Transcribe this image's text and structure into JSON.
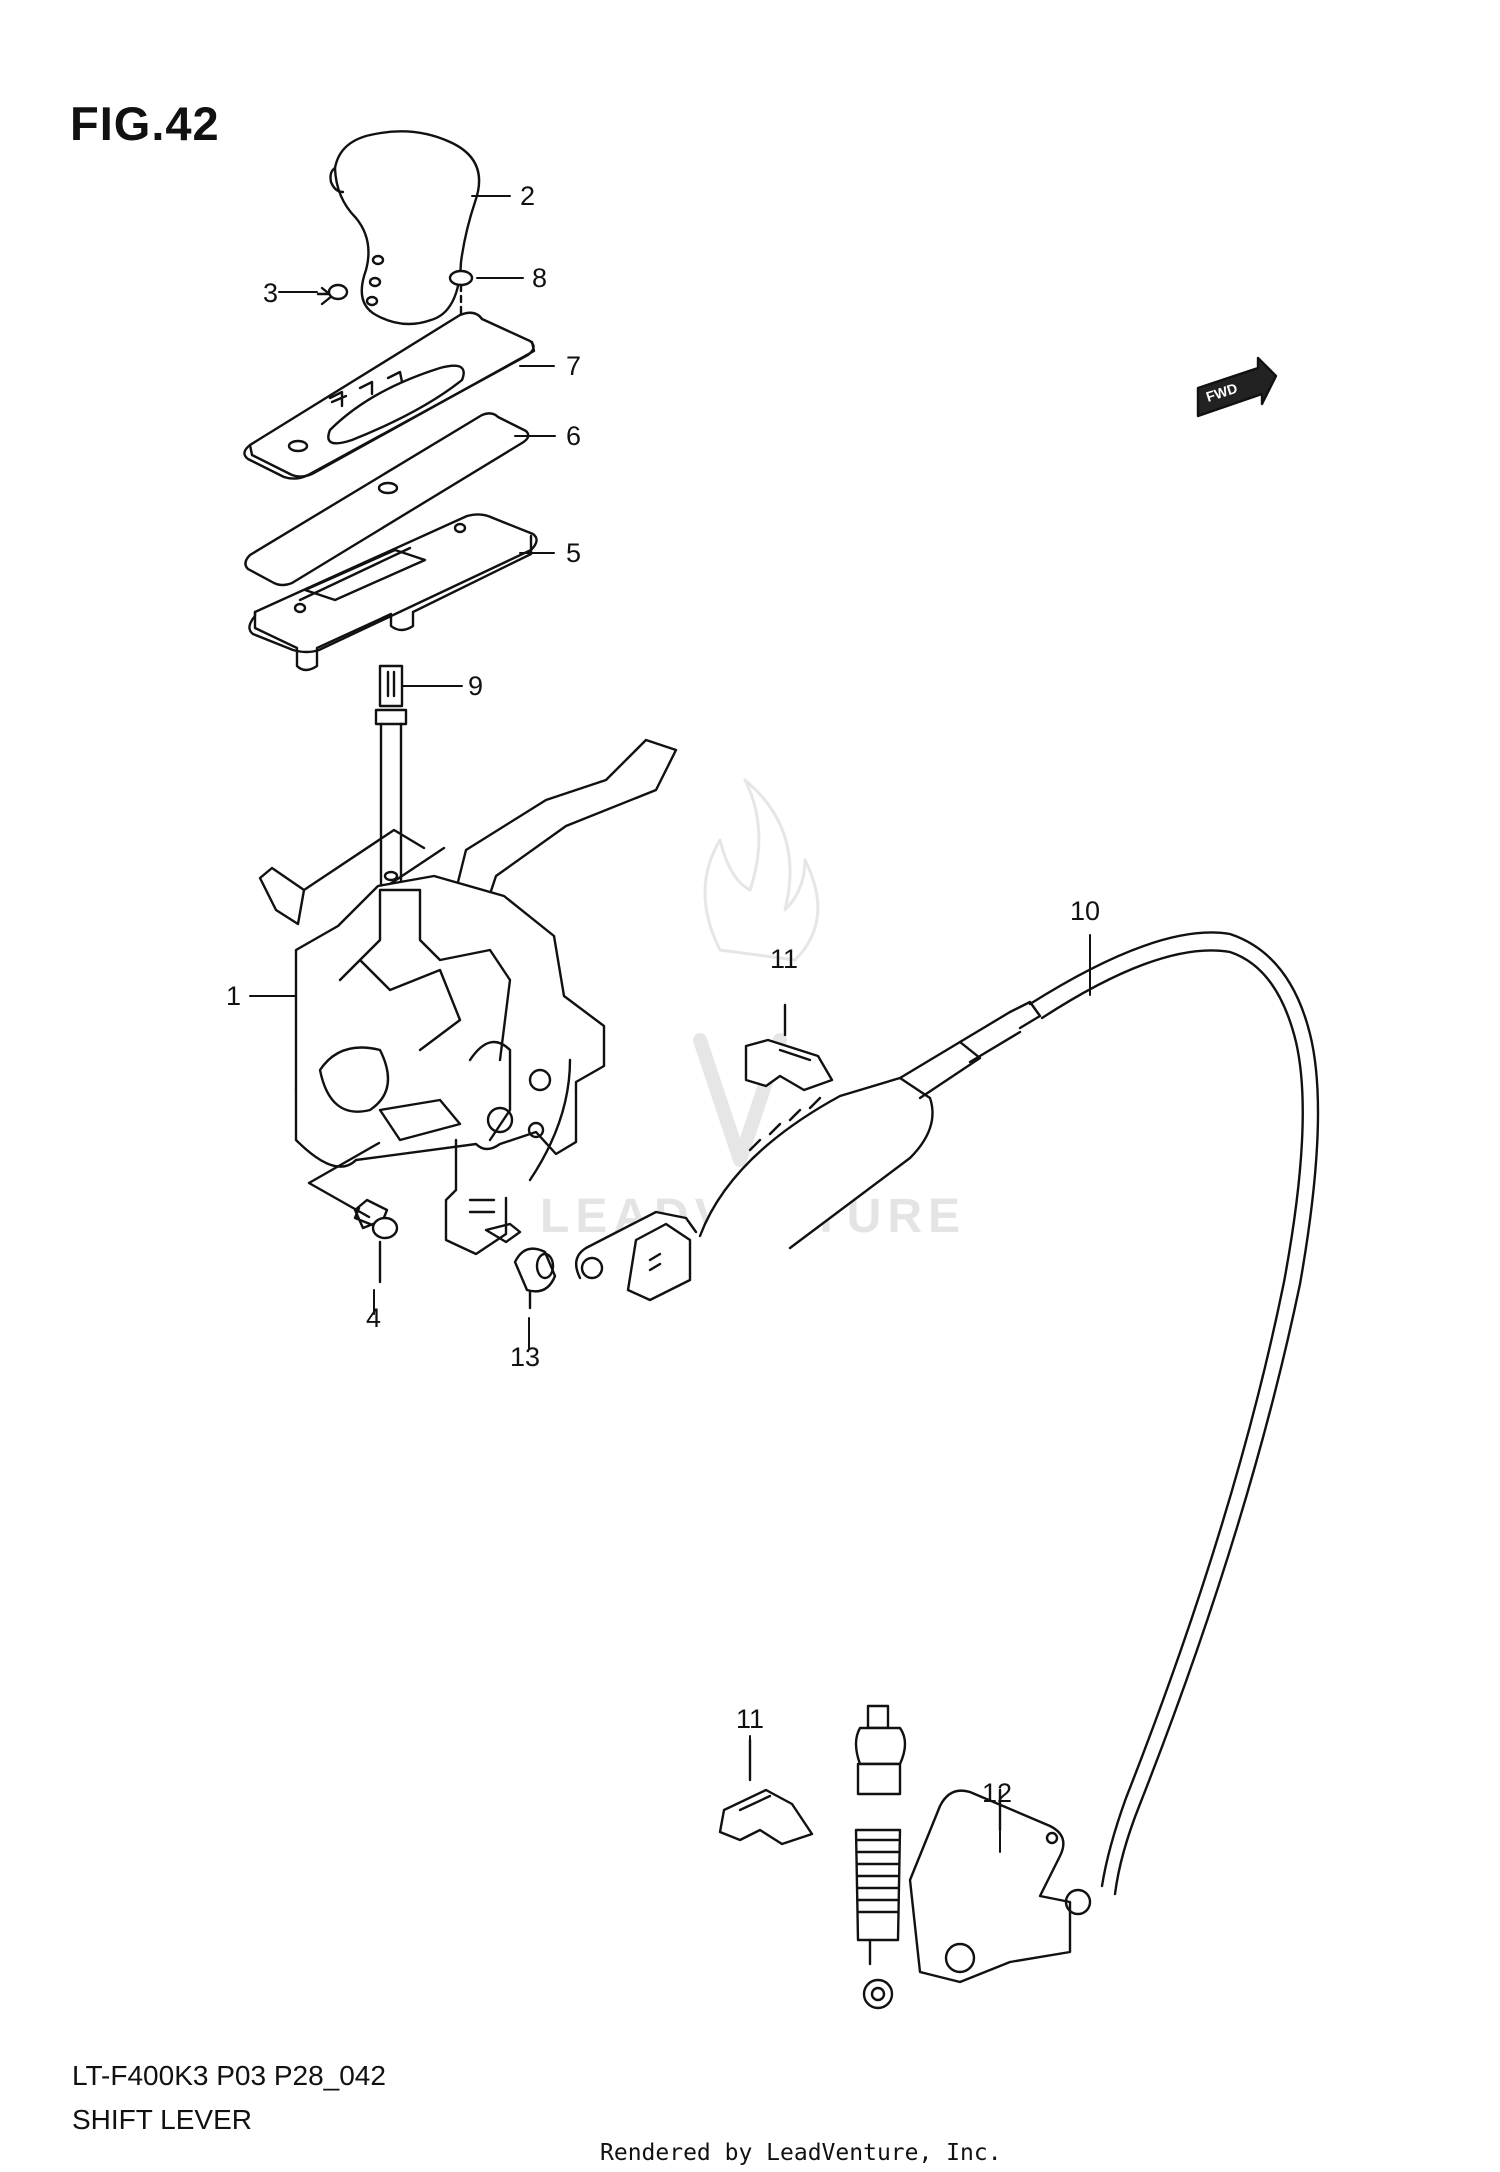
{
  "figure": {
    "title": "FIG.42",
    "model_code": "LT-F400K3 P03 P28_042",
    "name": "SHIFT LEVER",
    "credit": "Rendered by LeadVenture, Inc.",
    "watermark": "LEADVENTURE",
    "direction_badge": "FWD"
  },
  "callouts": [
    {
      "key": "c1",
      "label": "1"
    },
    {
      "key": "c2",
      "label": "2"
    },
    {
      "key": "c3",
      "label": "3"
    },
    {
      "key": "c4",
      "label": "4"
    },
    {
      "key": "c5",
      "label": "5"
    },
    {
      "key": "c6",
      "label": "6"
    },
    {
      "key": "c7",
      "label": "7"
    },
    {
      "key": "c8",
      "label": "8"
    },
    {
      "key": "c9",
      "label": "9"
    },
    {
      "key": "c10",
      "label": "10"
    },
    {
      "key": "c11a",
      "label": "11"
    },
    {
      "key": "c11b",
      "label": "11"
    },
    {
      "key": "c12",
      "label": "12"
    },
    {
      "key": "c13",
      "label": "13"
    }
  ],
  "colors": {
    "line": "#111111",
    "watermark": "#e4e4e4",
    "background": "#ffffff"
  }
}
